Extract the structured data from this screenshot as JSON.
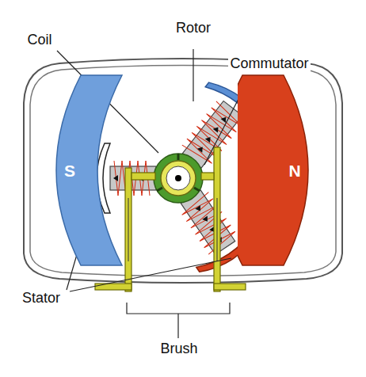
{
  "diagram": {
    "nodes": [
      {
        "text": [
          "S"
        ]
      },
      {
        "text": [
          "N"
        ]
      }
    ],
    "labels": [
      "Rotor",
      "Coil",
      "Commutator",
      "Stator",
      "Brush"
    ]
  }
}
